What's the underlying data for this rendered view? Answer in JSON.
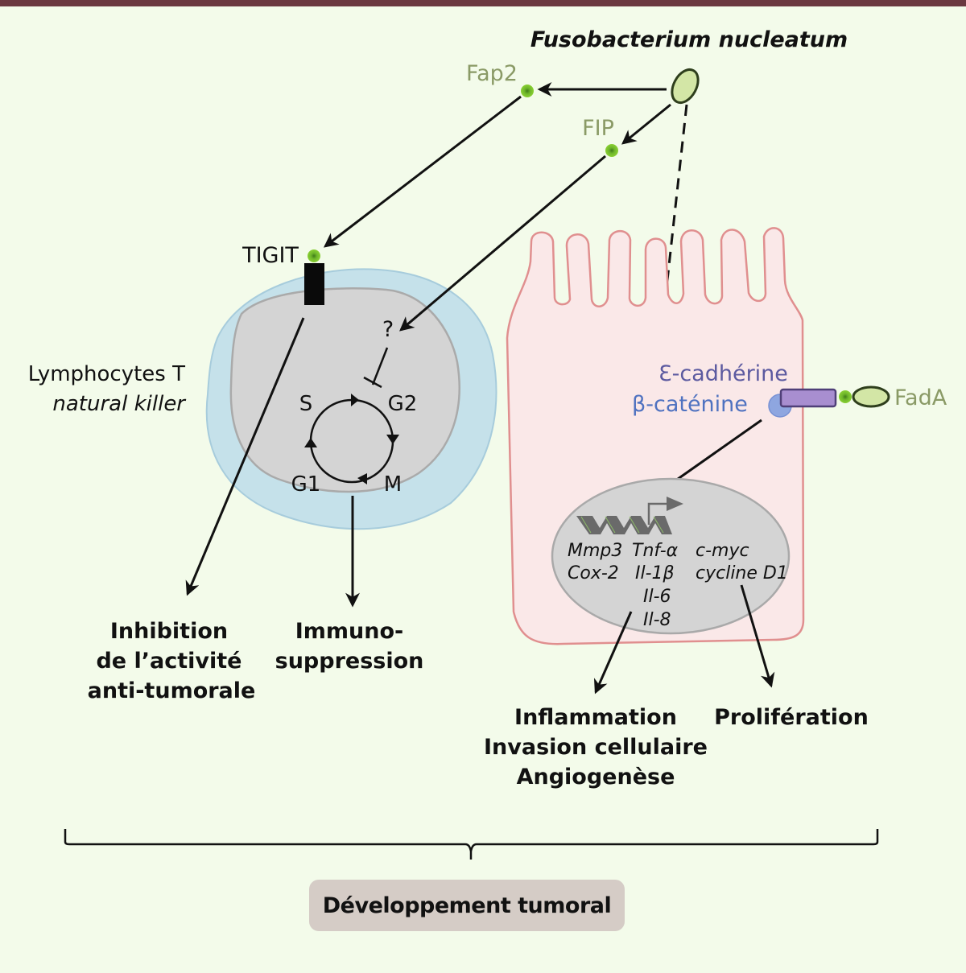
{
  "title": "Fusobacterium nucleatum",
  "adhesins": {
    "fap2": "Fap2",
    "fip": "FIP",
    "fada": "FadA"
  },
  "receptors": {
    "tigit": "TIGIT",
    "e_cadherin": "Ɛ-cadhérine",
    "beta_catenin": "β-caténine"
  },
  "immune_cell": {
    "label_line1": "Lymphocytes T",
    "label_line2": "natural killer",
    "unknown_target": "?",
    "cell_cycle_phases": [
      "S",
      "G2",
      "M",
      "G1"
    ]
  },
  "nucleus_genes": {
    "col1": [
      "Mmp3",
      "Cox-2"
    ],
    "col2": [
      "Tnf-α",
      "Il-1β",
      "Il-6",
      "Il-8"
    ],
    "col3": [
      "c-myc",
      "cycline D1"
    ]
  },
  "outcomes": {
    "inhibition": [
      "Inhibition",
      "de l’activité",
      "anti-tumorale"
    ],
    "immunosuppression": [
      "Immuno-",
      "suppression"
    ],
    "inflammation": [
      "Inflammation",
      "Invasion cellulaire",
      "Angiogenèse"
    ],
    "proliferation": [
      "Prolifération"
    ]
  },
  "result": "Développement tumoral",
  "colors": {
    "background": "#f3fbea",
    "top_bar": "#6b3840",
    "adhesin_green": "#8a9a66",
    "bacterium_fill": "#d3e6a6",
    "immune_membrane": "#c5e1ea",
    "epithelial_fill": "#fae8e8",
    "epithelial_stroke": "#e08f8f",
    "nucleus_gray": "#d4d4d4",
    "e_cadherin": "#a88ed0",
    "beta_catenin": "#8ea6e0",
    "result_box": "#d5ccc6"
  }
}
